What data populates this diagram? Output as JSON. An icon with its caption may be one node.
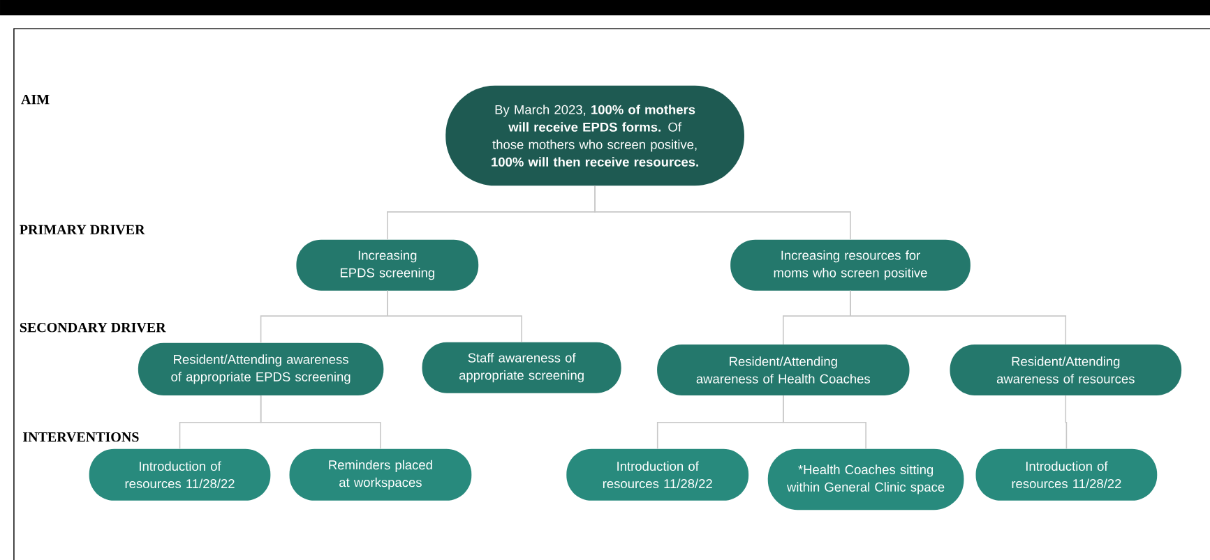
{
  "diagram": {
    "nodes": [
      {
        "text": [
          "By March 2023, **100% of mothers will receive EPDS forms.** Of those mothers who screen positive, **100% will then receive resources.**"
        ]
      },
      {
        "text": [
          "Increasing EPDS screening"
        ]
      },
      {
        "text": [
          "Increasing resources for moms who screen positive"
        ]
      },
      {
        "text": [
          "Resident/Attending awareness of appropriate EPDS screening"
        ]
      },
      {
        "text": [
          "Staff awareness of appropriate screening"
        ]
      },
      {
        "text": [
          "Resident/Attending awareness of Health Coaches"
        ]
      },
      {
        "text": [
          "Resident/Attending awareness of resources"
        ]
      },
      {
        "text": [
          "Introduction of resources 11/28/22"
        ]
      },
      {
        "text": [
          "Reminders placed at workspaces"
        ]
      },
      {
        "text": [
          "Introduction of resources 11/28/22"
        ]
      },
      {
        "text": [
          "*Health Coaches sitting within General Clinic space"
        ]
      },
      {
        "text": [
          "Introduction of resources 11/28/22"
        ]
      }
    ],
    "edges": [
      {
        "from": 0,
        "to": 1,
        "arrow": "none"
      },
      {
        "from": 0,
        "to": 2,
        "arrow": "none"
      },
      {
        "from": 1,
        "to": 3,
        "arrow": "none"
      },
      {
        "from": 1,
        "to": 4,
        "arrow": "none"
      },
      {
        "from": 2,
        "to": 5,
        "arrow": "none"
      },
      {
        "from": 2,
        "to": 6,
        "arrow": "none"
      },
      {
        "from": 3,
        "to": 7,
        "arrow": "none"
      },
      {
        "from": 3,
        "to": 8,
        "arrow": "none"
      },
      {
        "from": 5,
        "to": 9,
        "arrow": "none"
      },
      {
        "from": 5,
        "to": 10,
        "arrow": "none"
      },
      {
        "from": 6,
        "to": 11,
        "arrow": "none"
      }
    ],
    "labels": [
      "AIM",
      "PRIMARY DRIVER",
      "SECONDARY DRIVER",
      "INTERVENTIONS"
    ]
  }
}
